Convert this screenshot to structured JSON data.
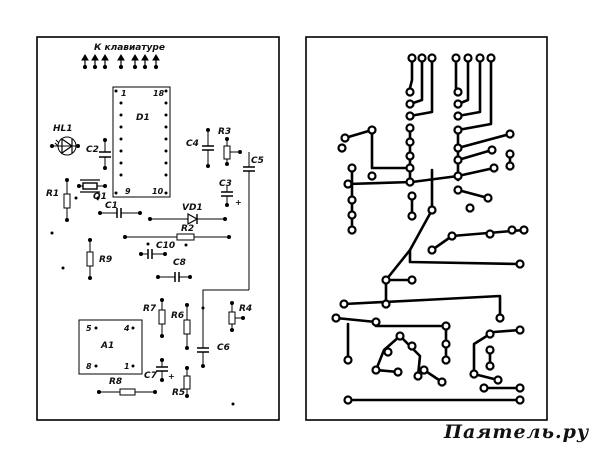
{
  "header": {
    "keyboard_label": "К клавиатуре"
  },
  "chip_d1": {
    "ref": "D1",
    "pins": [
      "1",
      "18",
      "9",
      "10"
    ]
  },
  "chip_a1": {
    "ref": "A1",
    "pins": [
      "5",
      "4",
      "8",
      "1"
    ]
  },
  "components": {
    "hl1": "HL1",
    "c2": "C2",
    "r1": "R1",
    "q1": "Q1",
    "c1": "C1",
    "c4": "C4",
    "r3": "R3",
    "c5": "C5",
    "c3": "C3",
    "c3_plus": "+",
    "vd1": "VD1",
    "r2": "R2",
    "c10": "C10",
    "r9": "R9",
    "c8": "C8",
    "r7": "R7",
    "r6": "R6",
    "r4": "R4",
    "c6": "C6",
    "c7": "C7",
    "c7_plus": "+",
    "r8": "R8",
    "r5": "R5"
  },
  "watermark": "Паятель.ру"
}
